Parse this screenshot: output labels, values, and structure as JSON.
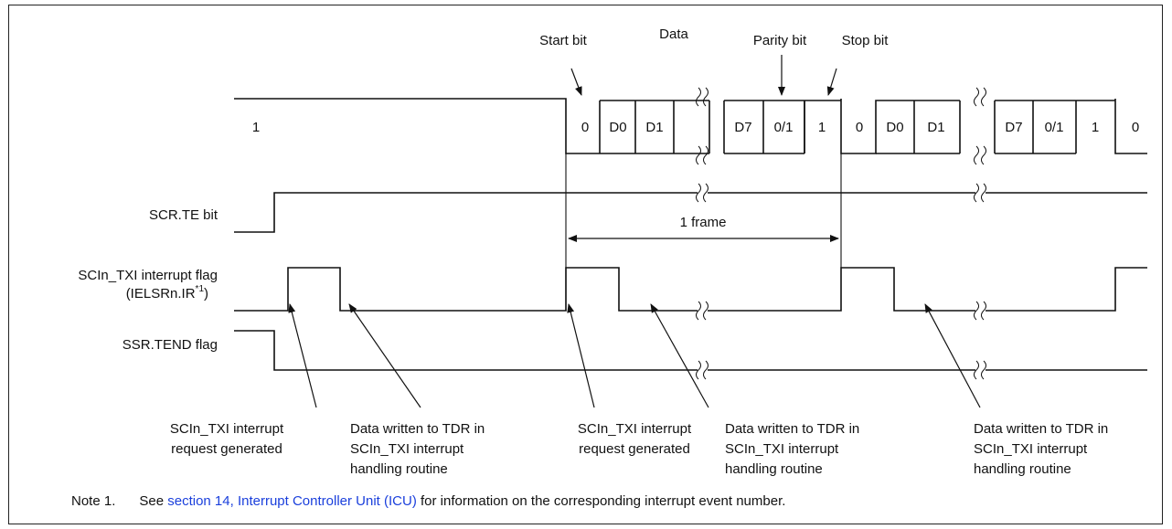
{
  "header_labels": {
    "start_bit": "Start bit",
    "data": "Data",
    "parity_bit": "Parity bit",
    "stop_bit": "Stop bit"
  },
  "idle_level": "1",
  "bits_frame1": [
    "0",
    "D0",
    "D1",
    "D7",
    "0/1",
    "1"
  ],
  "bits_frame2": [
    "0",
    "D0",
    "D1",
    "D7",
    "0/1",
    "1",
    "0"
  ],
  "signals": {
    "te": "SCR.TE bit",
    "txi_line1": "SCIn_TXI interrupt flag",
    "txi_line2": "(IELSRn.IR",
    "txi_sup": "*1",
    "txi_close": ")",
    "tend": "SSR.TEND flag"
  },
  "frame_label": "1 frame",
  "annotations": {
    "request": [
      "SCIn_TXI interrupt",
      "request generated"
    ],
    "data_written": [
      "Data written to TDR in",
      "SCIn_TXI interrupt",
      "handling routine"
    ]
  },
  "note": {
    "label": "Note 1.",
    "pre": "See ",
    "link": "section 14, Interrupt Controller Unit (ICU)",
    "post": " for information on the corresponding interrupt event number."
  },
  "colors": {
    "link": "#1a3fdc",
    "line": "#111111"
  }
}
